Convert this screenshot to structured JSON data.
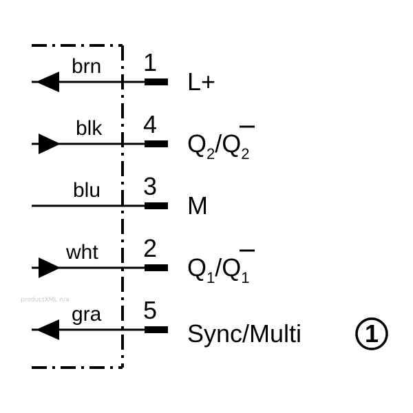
{
  "watermark": "productXML n/a",
  "pins": [
    {
      "wire": "brn",
      "number": "1",
      "signal": "L+",
      "direction": "in"
    },
    {
      "wire": "blk",
      "number": "4",
      "signal_main": "Q",
      "signal_sub": "2",
      "signal_sep": "/",
      "signal_main2": "Q",
      "signal_sub2": "2",
      "signal_overline2": true,
      "direction": "out"
    },
    {
      "wire": "blu",
      "number": "3",
      "signal": "M",
      "direction": "none"
    },
    {
      "wire": "wht",
      "number": "2",
      "signal_main": "Q",
      "signal_sub": "1",
      "signal_sep": "/",
      "signal_main2": "Q",
      "signal_sub2": "1",
      "signal_overline2": true,
      "direction": "out"
    },
    {
      "wire": "gra",
      "number": "5",
      "signal": "Sync/Multi",
      "note": "1",
      "direction": "in"
    }
  ],
  "icons": {
    "inbound": "arrow-left-icon",
    "outbound": "arrow-right-icon",
    "note": "circled-number-icon"
  }
}
